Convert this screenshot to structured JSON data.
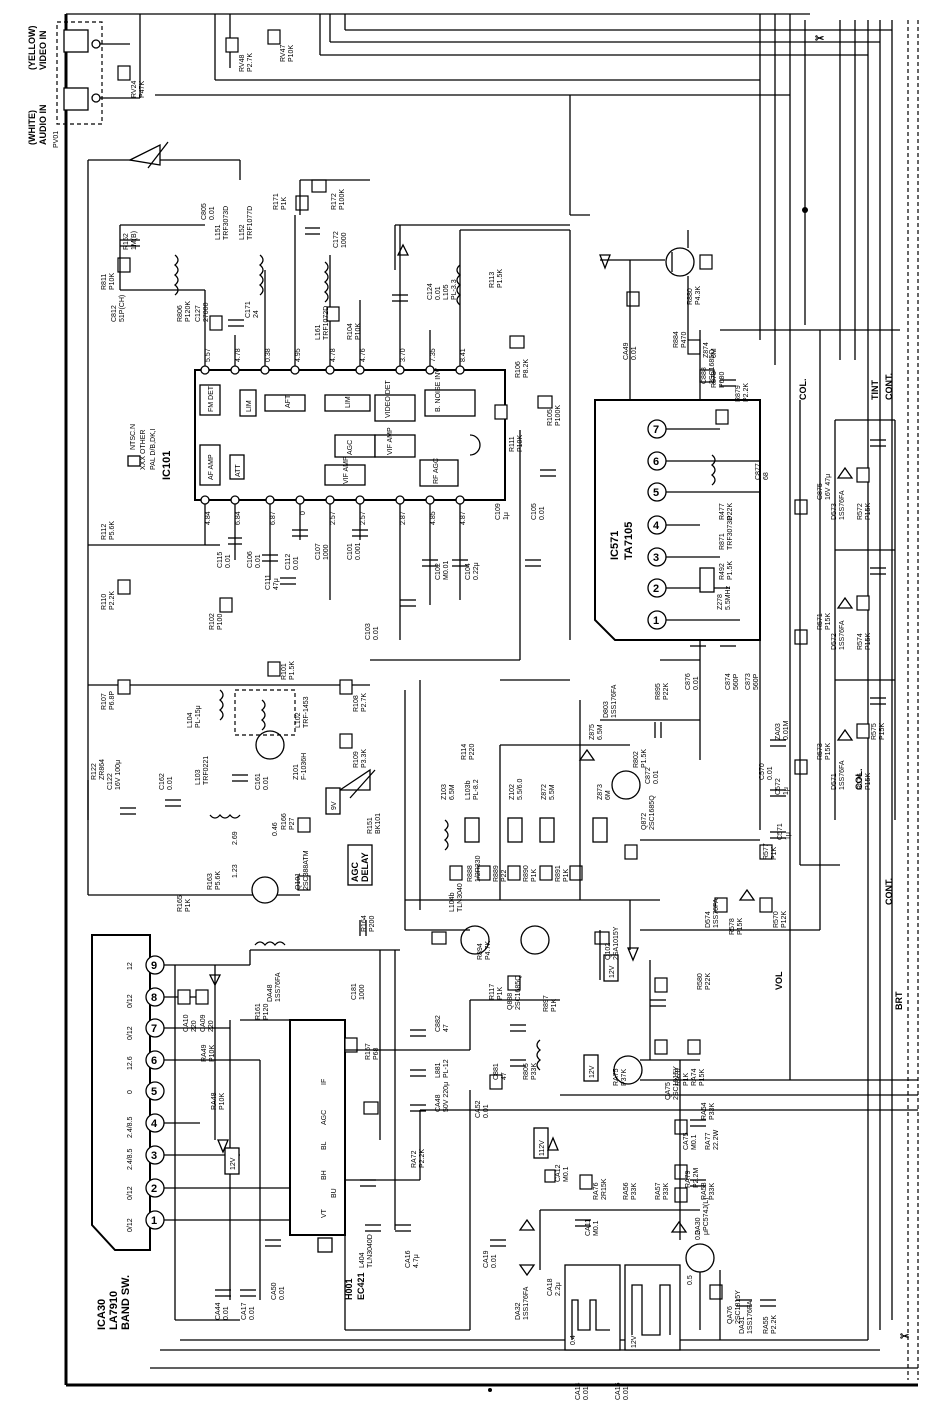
{
  "inputs": {
    "white_label": "(WHITE)",
    "audio_in_label": "AUDIO IN",
    "yellow_label": "(YELLOW)",
    "video_in_label": "VIDEO IN",
    "jack_ref": "PV01"
  },
  "chips": {
    "ic101": {
      "ref": "IC101",
      "legend_1": "NTSC.N",
      "legend_2": "XXX OTHER",
      "legend_3": "PAL D/B,DK,I"
    },
    "ic571": {
      "ref": "IC571",
      "part": "TA7105"
    },
    "ica30": {
      "ref": "ICA30",
      "part": "LA7910",
      "function": "BAND SW."
    },
    "h001": {
      "ref": "H001",
      "part": "EC421"
    }
  },
  "ic101_blocks": [
    "FM DET",
    "LIM",
    "AFT",
    "LIM",
    "VIDEO DET",
    "B. NOISE INV",
    "AF AMP",
    "ATT",
    "VIF AMP",
    "AGC",
    "VIF AMP",
    "RF AGC"
  ],
  "ic571_pins": [
    "1",
    "2",
    "3",
    "4",
    "5",
    "6",
    "7"
  ],
  "ica30_pins": [
    "1",
    "2",
    "3",
    "4",
    "5",
    "6",
    "7",
    "8",
    "9"
  ],
  "ica30_pin_labels": [
    "0/12",
    "0/12",
    "2.4/8.5",
    "2.4/8.5",
    "0",
    "12.6",
    "0/12",
    "0/12",
    "12"
  ],
  "h001_pins": [
    "VT",
    "BU",
    "BH",
    "BL",
    "AGC",
    "IF"
  ],
  "components": [
    {
      "ref": "RV48",
      "val": "P2.7K"
    },
    {
      "ref": "RV47",
      "val": "P10K"
    },
    {
      "ref": "RV24",
      "val": "P47K"
    },
    {
      "ref": "R152",
      "val": "1M(B)"
    },
    {
      "ref": "R171",
      "val": "P1K"
    },
    {
      "ref": "R172",
      "val": "P100K"
    },
    {
      "ref": "C805",
      "val": "0.01"
    },
    {
      "ref": "L151",
      "val": "TRF3073D"
    },
    {
      "ref": "L152",
      "val": "TRF1077D"
    },
    {
      "ref": "R811",
      "val": "P10K"
    },
    {
      "ref": "C812",
      "val": "51P(CH)"
    },
    {
      "ref": "R806",
      "val": "P120K"
    },
    {
      "ref": "C127",
      "val": "27000"
    },
    {
      "ref": "C171",
      "val": "24"
    },
    {
      "ref": "C172",
      "val": "1000"
    },
    {
      "ref": "L161",
      "val": "TRF1072D"
    },
    {
      "ref": "R104",
      "val": "P10K"
    },
    {
      "ref": "C124",
      "val": "0.01"
    },
    {
      "ref": "L105",
      "val": "PL-3.3"
    },
    {
      "ref": "R113",
      "val": "P1.5K"
    },
    {
      "ref": "R106",
      "val": "P8.2K"
    },
    {
      "ref": "R105",
      "val": "P100K"
    },
    {
      "ref": "R111",
      "val": "P10K"
    },
    {
      "ref": "R112",
      "val": "P5.6K"
    },
    {
      "ref": "C115",
      "val": "0.01"
    },
    {
      "ref": "C106",
      "val": "0.01"
    },
    {
      "ref": "C112",
      "val": "0.01"
    },
    {
      "ref": "C107",
      "val": "1000"
    },
    {
      "ref": "C101",
      "val": "0.001"
    },
    {
      "ref": "C102",
      "val": "M0.01"
    },
    {
      "ref": "C104",
      "val": "0.22μ"
    },
    {
      "ref": "C109",
      "val": "1μ"
    },
    {
      "ref": "C105",
      "val": "0.01"
    },
    {
      "ref": "R110",
      "val": "P2.2K"
    },
    {
      "ref": "C111",
      "val": "47μ"
    },
    {
      "ref": "R102",
      "val": "P100"
    },
    {
      "ref": "C103",
      "val": "0.01"
    },
    {
      "ref": "R101",
      "val": "P1.5K"
    },
    {
      "ref": "R107",
      "val": "P6.8P"
    },
    {
      "ref": "L104",
      "val": "PL-15μ"
    },
    {
      "ref": "L102",
      "val": "TRF-1453"
    },
    {
      "ref": "R108",
      "val": "P2.7K"
    },
    {
      "ref": "R109",
      "val": "P3.3K"
    },
    {
      "ref": "Z101",
      "val": "F-1036H"
    },
    {
      "ref": "R151",
      "val": "BK101"
    },
    {
      "ref": "R122",
      "val": "ZR864"
    },
    {
      "ref": "C122",
      "val": "16V 100μ"
    },
    {
      "ref": "C162",
      "val": "0.01"
    },
    {
      "ref": "L103",
      "val": "TRF0221"
    },
    {
      "ref": "C161",
      "val": "0.01"
    },
    {
      "ref": "R166",
      "val": "P27"
    },
    {
      "ref": "Q101",
      "val": "2SC388ATM"
    },
    {
      "ref": "R163",
      "val": "P5.6K"
    },
    {
      "ref": "R165",
      "val": "P1K"
    },
    {
      "ref": "R164",
      "val": "P200"
    },
    {
      "ref": "C181",
      "val": "1000"
    },
    {
      "ref": "R167",
      "val": "P68"
    },
    {
      "ref": "R161",
      "val": "P120"
    },
    {
      "ref": "L104b",
      "val": "TLN3040"
    },
    {
      "ref": "R114",
      "val": "P220"
    },
    {
      "ref": "Z103",
      "val": "6.5M"
    },
    {
      "ref": "L103b",
      "val": "PL-8.2"
    },
    {
      "ref": "Z102",
      "val": "5.5/6.0"
    },
    {
      "ref": "Z872",
      "val": "5.5M"
    },
    {
      "ref": "Z873",
      "val": "6M"
    },
    {
      "ref": "Z875",
      "val": "6.5M"
    },
    {
      "ref": "D803",
      "val": "1SS176FA"
    },
    {
      "ref": "R802",
      "val": "P1.5K"
    },
    {
      "ref": "C872",
      "val": "0.01"
    },
    {
      "ref": "Q872",
      "val": "2SC1685Q"
    },
    {
      "ref": "R895",
      "val": "P22K"
    },
    {
      "ref": "R888",
      "val": "1/2R330"
    },
    {
      "ref": "R889",
      "val": "P22"
    },
    {
      "ref": "R890",
      "val": "P1K"
    },
    {
      "ref": "R891",
      "val": "P1K"
    },
    {
      "ref": "R894",
      "val": "P4.7K"
    },
    {
      "ref": "R117",
      "val": "P1K"
    },
    {
      "ref": "Q102",
      "val": "2SA1015Y"
    },
    {
      "ref": "Q888",
      "val": "2SC1685Q"
    },
    {
      "ref": "R897",
      "val": "P1K"
    },
    {
      "ref": "R805",
      "val": "P33K"
    },
    {
      "ref": "C881",
      "val": "47"
    },
    {
      "ref": "C882",
      "val": "47"
    },
    {
      "ref": "L881",
      "val": "PL-12"
    },
    {
      "ref": "CA48",
      "val": "50V 220μ"
    },
    {
      "ref": "CA52",
      "val": "0.01"
    },
    {
      "ref": "CA49",
      "val": "0.01"
    },
    {
      "ref": "R884",
      "val": "P470"
    },
    {
      "ref": "R880",
      "val": "P4.3K"
    },
    {
      "ref": "Z874",
      "val": "6M"
    },
    {
      "ref": "C888",
      "val": "2SC1685Q"
    },
    {
      "ref": "R879",
      "val": "P2.2K"
    },
    {
      "ref": "R873",
      "val": "P680"
    },
    {
      "ref": "C877",
      "val": "68"
    },
    {
      "ref": "R477",
      "val": "P22K"
    },
    {
      "ref": "R871",
      "val": "TRF3073D"
    },
    {
      "ref": "R492",
      "val": "P1.5K"
    },
    {
      "ref": "Z278",
      "val": "5.5MHz"
    },
    {
      "ref": "C874",
      "val": "560P"
    },
    {
      "ref": "C873",
      "val": "560P"
    },
    {
      "ref": "C876",
      "val": "0.01"
    },
    {
      "ref": "C875",
      "val": "16V 47μ"
    },
    {
      "ref": "D573",
      "val": "1SS76FA"
    },
    {
      "ref": "R572",
      "val": "P15K"
    },
    {
      "ref": "R571",
      "val": "P15K"
    },
    {
      "ref": "D572",
      "val": "1SS76FA"
    },
    {
      "ref": "R574",
      "val": "P15K"
    },
    {
      "ref": "R573",
      "val": "P15K"
    },
    {
      "ref": "D571",
      "val": "1SS76FA"
    },
    {
      "ref": "R576",
      "val": "P15K"
    },
    {
      "ref": "R575",
      "val": "P15K"
    },
    {
      "ref": "ZA03",
      "val": "0.01M"
    },
    {
      "ref": "C572",
      "val": "1μ"
    },
    {
      "ref": "C571",
      "val": "1μ"
    },
    {
      "ref": "C570",
      "val": "0.01"
    },
    {
      "ref": "R577",
      "val": "P1K"
    },
    {
      "ref": "R578",
      "val": "P15K"
    },
    {
      "ref": "D574",
      "val": "1SS76FA"
    },
    {
      "ref": "R570",
      "val": "P12K"
    },
    {
      "ref": "R580",
      "val": "P22K"
    },
    {
      "ref": "RA78",
      "val": "P1K"
    },
    {
      "ref": "RA74",
      "val": "P15K"
    },
    {
      "ref": "RA75",
      "val": "P37K"
    },
    {
      "ref": "QA75",
      "val": "2SC1815Y"
    },
    {
      "ref": "CA75",
      "val": "M0.1"
    },
    {
      "ref": "RA77",
      "val": "22.2W"
    },
    {
      "ref": "RA79",
      "val": "P2.2M"
    },
    {
      "ref": "RA54",
      "val": "P33K"
    },
    {
      "ref": "CA12",
      "val": "M0.1"
    },
    {
      "ref": "RA76",
      "val": "2R15K"
    },
    {
      "ref": "RA56",
      "val": "P33K"
    },
    {
      "ref": "RA57",
      "val": "P33K"
    },
    {
      "ref": "RA58",
      "val": "P33K"
    },
    {
      "ref": "CA11",
      "val": "M0.1"
    },
    {
      "ref": "CA19",
      "val": "0.01"
    },
    {
      "ref": "CA18",
      "val": "2.2μ"
    },
    {
      "ref": "DA30",
      "val": "μPC574J(L)"
    },
    {
      "ref": "DA32",
      "val": "1SS176FA"
    },
    {
      "ref": "QA76",
      "val": "2SC1815Y"
    },
    {
      "ref": "DA31",
      "val": "1SS176FA"
    },
    {
      "ref": "RA55",
      "val": "P2.2K"
    },
    {
      "ref": "CA10",
      "val": "220"
    },
    {
      "ref": "CA09",
      "val": "220"
    },
    {
      "ref": "RA49",
      "val": "P10K"
    },
    {
      "ref": "RA48",
      "val": "P10K"
    },
    {
      "ref": "DA48",
      "val": "1SS76FA"
    },
    {
      "ref": "RA72",
      "val": "P2.2K"
    },
    {
      "ref": "L404",
      "val": "TLN3040D"
    },
    {
      "ref": "CA16",
      "val": "4.7μ"
    },
    {
      "ref": "CA50",
      "val": "0.01"
    },
    {
      "ref": "CA17",
      "val": "0.01"
    },
    {
      "ref": "CA44",
      "val": "0.01"
    },
    {
      "ref": "CA14",
      "val": "0.01"
    },
    {
      "ref": "CA15",
      "val": "0.01"
    }
  ],
  "pin_voltages": {
    "ic101_top": [
      "5.57",
      "4.78",
      "0.38",
      "4.95",
      "4.78",
      "4.76",
      "3.70",
      "7.35",
      "8.41"
    ],
    "ic101_bottom": [
      "4.84",
      "6.84",
      "6.87",
      "0",
      "2.57",
      "2.57",
      "2.87",
      "4.85",
      "4.87"
    ]
  },
  "markers": {
    "v9": "9V",
    "v12": "12V",
    "v112": "112V",
    "agc_delay_1": "AGC",
    "agc_delay_2": "DELAY",
    "q101_e": "2.69",
    "q101_b": "1.23",
    "q101_c": "0.46",
    "qa76_a": "0.3",
    "qa76_b": "0.5"
  },
  "edge_labels": [
    "TINT",
    "CONT.",
    "COL.",
    "COL.",
    "CONT.",
    "VOL",
    "BRT"
  ],
  "scope": {
    "left_label": "0.4",
    "right_label": "12V"
  }
}
